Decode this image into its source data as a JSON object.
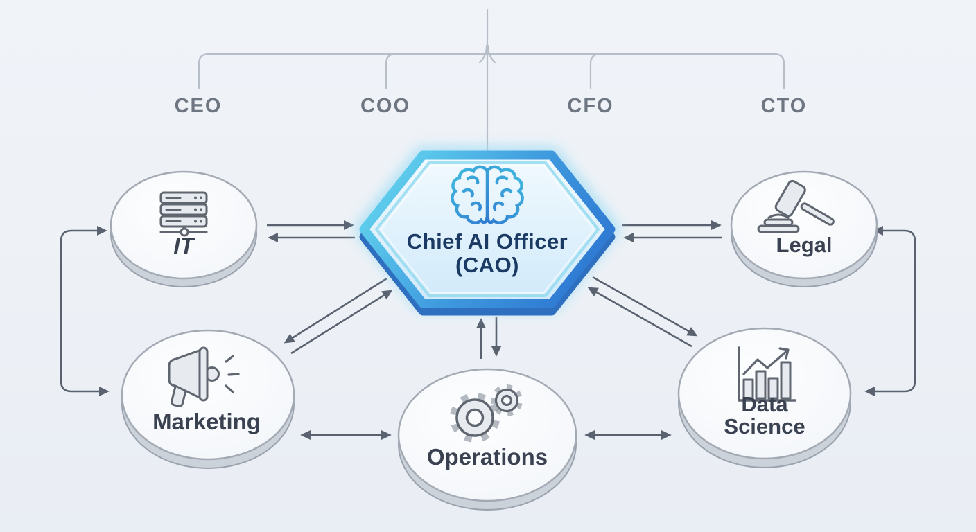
{
  "colors": {
    "background": "#eef1f6",
    "connector_arrow": "#5a6270",
    "bracket_line": "#b7bec8",
    "exec_label": "#6e7681",
    "node_fill": "#f8fafc",
    "node_stroke": "#9aa2ae",
    "node_rim": "#ccd2da",
    "node_label": "#3a4150",
    "icon_stroke": "#5f6670",
    "icon_fill": "#e7eaef",
    "hex_border_start": "#62d3ee",
    "hex_border_end": "#2b72d0",
    "hex_fill_top": "#f2fafe",
    "hex_fill_bottom": "#cfe9fa",
    "hex_glow": "#9ddcf4",
    "hex_text": "#1b3a63",
    "brain_gradient_start": "#41badf",
    "brain_gradient_end": "#2a63cb"
  },
  "executives": {
    "items": [
      {
        "label": "CEO"
      },
      {
        "label": "COO"
      },
      {
        "label": "CFO"
      },
      {
        "label": "CTO"
      }
    ]
  },
  "center_node": {
    "label_line1": "Chief AI Officer",
    "label_line2": "(CAO)",
    "icon": "brain-icon",
    "shape": "hexagon"
  },
  "departments": [
    {
      "label": "IT",
      "icon": "server-icon"
    },
    {
      "label": "Legal",
      "icon": "gavel-icon"
    },
    {
      "label": "Marketing",
      "icon": "megaphone-icon"
    },
    {
      "label": "Operations",
      "icon": "gears-icon"
    },
    {
      "label": "Data Science",
      "label_line1": "Data",
      "label_line2": "Science",
      "icon": "bar-chart-icon"
    }
  ],
  "connections": [
    {
      "from": "Executive bracket (CEO/COO/CFO/CTO)",
      "to": "Chief AI Officer (CAO)",
      "style": "bracket-line"
    },
    {
      "from": "IT",
      "to": "Chief AI Officer (CAO)",
      "style": "paired one-way arrows"
    },
    {
      "from": "Chief AI Officer (CAO)",
      "to": "Legal",
      "style": "paired one-way arrows"
    },
    {
      "from": "Chief AI Officer (CAO)",
      "to": "Marketing",
      "style": "paired one-way arrows"
    },
    {
      "from": "Chief AI Officer (CAO)",
      "to": "Operations",
      "style": "paired one-way arrows"
    },
    {
      "from": "Chief AI Officer (CAO)",
      "to": "Data Science",
      "style": "paired one-way arrows"
    },
    {
      "from": "Marketing",
      "to": "Operations",
      "style": "double-headed arrow"
    },
    {
      "from": "Operations",
      "to": "Data Science",
      "style": "double-headed arrow"
    },
    {
      "from": "IT",
      "to": "Marketing",
      "style": "left side loop, arrows into both"
    },
    {
      "from": "Legal",
      "to": "Data Science",
      "style": "right side loop, arrows into both"
    }
  ]
}
